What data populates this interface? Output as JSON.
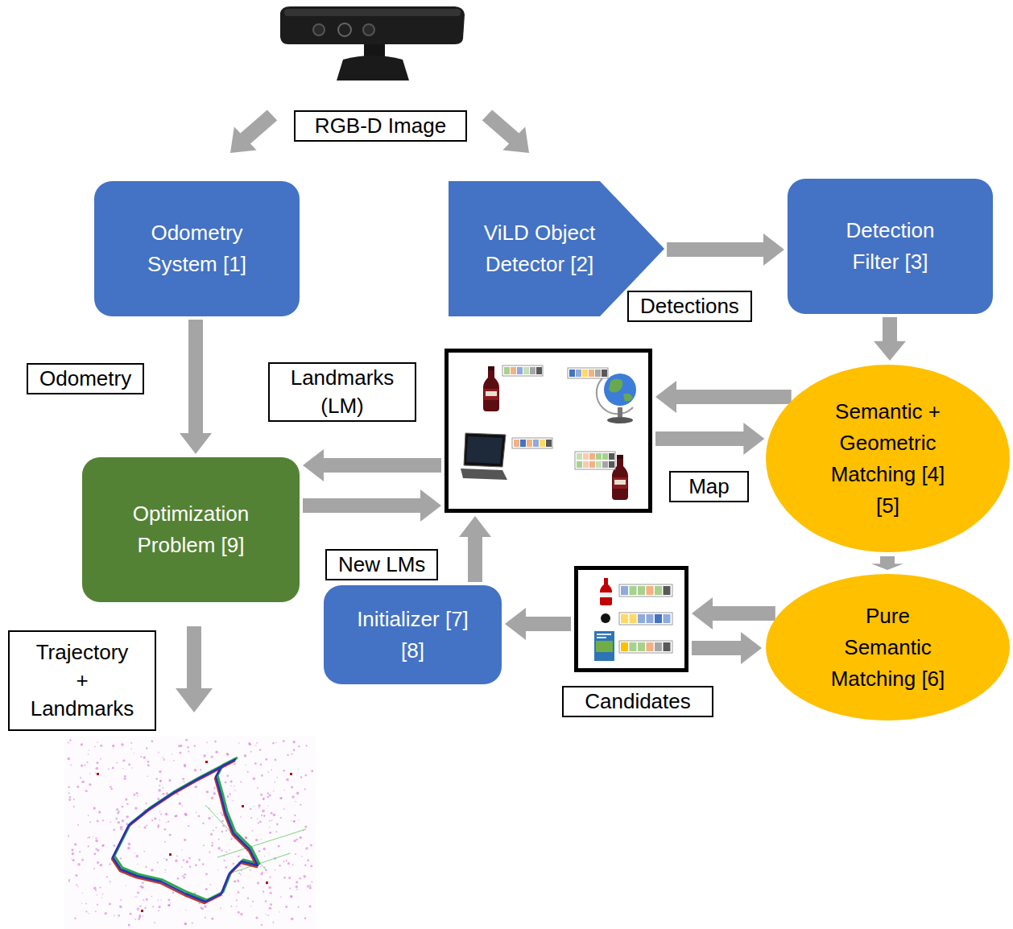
{
  "diagram": {
    "nodes": [
      {
        "text": [
          "Odometry System [1]"
        ]
      },
      {
        "text": [
          "ViLD Object Detector [2]"
        ]
      },
      {
        "text": [
          "Detection Filter [3]"
        ]
      },
      {
        "text": [
          "Map"
        ]
      },
      {
        "text": [
          "Semantic + Geometric Matching [4][5]"
        ]
      },
      {
        "text": [
          "Optimization Problem [9]"
        ]
      },
      {
        "text": [
          "Candidates"
        ]
      },
      {
        "text": [
          "Initializer [7][8]"
        ]
      },
      {
        "text": [
          "Pure Semantic Matching [6]"
        ]
      }
    ],
    "edges": [
      {
        "from": 0,
        "to": 5,
        "label": "Odometry",
        "arrow": "to"
      },
      {
        "from": 1,
        "to": 2,
        "label": "Detections",
        "arrow": "to"
      },
      {
        "from": 2,
        "to": 4,
        "arrow": "to"
      },
      {
        "from": 4,
        "to": 3,
        "arrow": "to"
      },
      {
        "from": 3,
        "to": 4,
        "arrow": "to"
      },
      {
        "from": 4,
        "to": 8,
        "arrow": "to"
      },
      {
        "from": 8,
        "to": 6,
        "arrow": "to"
      },
      {
        "from": 6,
        "to": 8,
        "arrow": "to"
      },
      {
        "from": 6,
        "to": 7,
        "arrow": "to"
      },
      {
        "from": 7,
        "to": 3,
        "label": "New LMs",
        "arrow": "to"
      },
      {
        "from": 3,
        "to": 5,
        "label": "Landmarks (LM)",
        "arrow": "to"
      },
      {
        "from": 5,
        "to": 3,
        "arrow": "to"
      }
    ],
    "labels": [
      "RGB-D Image",
      "Trajectory + Landmarks"
    ]
  }
}
